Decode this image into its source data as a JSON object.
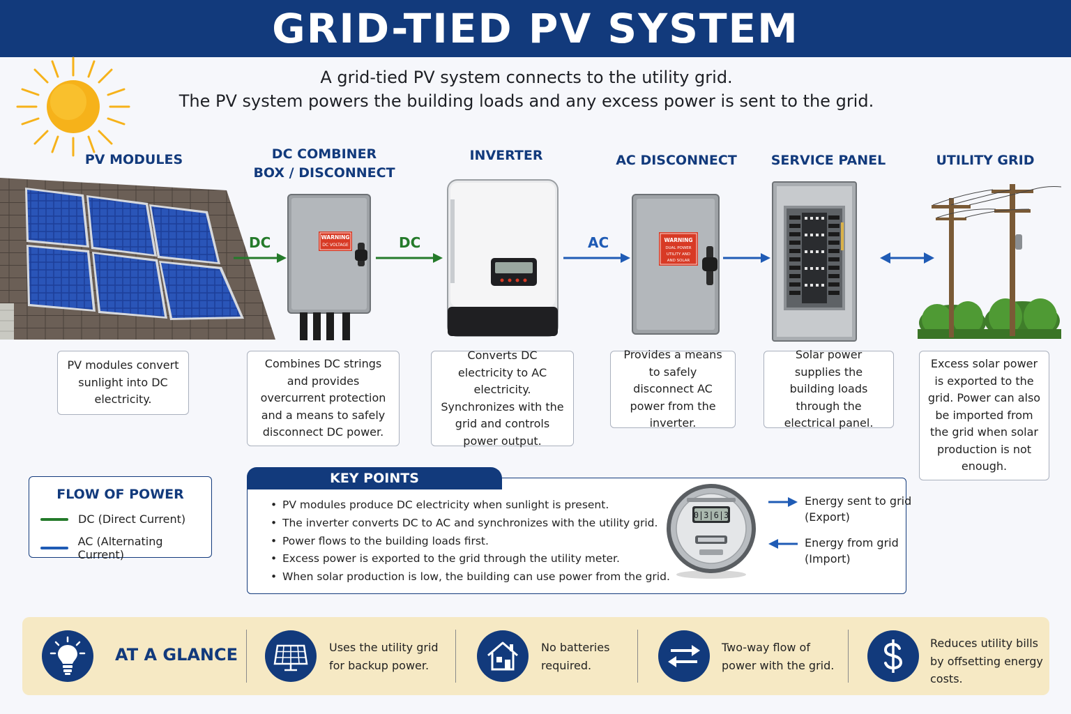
{
  "title": "GRID-TIED PV SYSTEM",
  "subtitle": {
    "line1": "A grid-tied PV system connects to the utility grid.",
    "line2": "The PV system powers the building loads and any excess power is sent to the grid."
  },
  "components": [
    {
      "label": "PV MODULES",
      "description": "PV modules convert sunlight into DC electricity."
    },
    {
      "label_line1": "DC COMBINER",
      "label_line2": "BOX / DISCONNECT",
      "description": "Combines DC strings and provides overcurrent protection and a means to safely disconnect DC power."
    },
    {
      "label": "INVERTER",
      "description": "Converts DC electricity to AC electricity. Synchronizes with the grid and controls power output."
    },
    {
      "label": "AC DISCONNECT",
      "description": "Provides a means to safely disconnect AC power from the inverter."
    },
    {
      "label": "SERVICE PANEL",
      "description": "Solar power supplies the building loads through the electrical panel."
    },
    {
      "label": "UTILITY GRID",
      "description": "Excess solar power is exported to the grid. Power can also be imported from the grid when solar production is not enough."
    }
  ],
  "flow_labels": {
    "dc1": "DC",
    "dc2": "DC",
    "ac": "AC"
  },
  "warning_labels": {
    "combiner_line1": "WARNING",
    "combiner_line2": "DC VOLTAGE",
    "ac_line1": "WARNING",
    "ac_line2": "DUAL POWER",
    "ac_line3": "UTILITY AND",
    "ac_line4": "AND SOLAR"
  },
  "meter_reading": "0|3|6|3",
  "legend": {
    "title": "FLOW OF POWER",
    "items": [
      {
        "label": "DC (Direct Current)"
      },
      {
        "label": "AC (Alternating Current)"
      }
    ]
  },
  "key_points": {
    "title": "KEY POINTS",
    "items": [
      "PV modules produce DC electricity when sunlight is present.",
      "The inverter converts DC to AC and synchronizes with the utility grid.",
      "Power flows to the building loads first.",
      "Excess power is exported to the grid through the utility meter.",
      "When solar production is low, the building can use power from the grid."
    ],
    "meter": {
      "export_line1": "Energy sent to grid",
      "export_line2": "(Export)",
      "import_line1": "Energy from grid",
      "import_line2": "(Import)"
    }
  },
  "at_a_glance": {
    "title": "AT A GLANCE",
    "items": [
      {
        "icon": "solar-panel-icon",
        "line1": "Uses the utility grid",
        "line2": "for backup power."
      },
      {
        "icon": "house-icon",
        "line1": "No batteries",
        "line2": "required."
      },
      {
        "icon": "two-way-arrows-icon",
        "line1": "Two-way flow of",
        "line2": "power with the grid."
      },
      {
        "icon": "dollar-icon",
        "line1": "Reduces utility bills",
        "line2": "by offsetting energy",
        "line3": "costs."
      }
    ]
  },
  "colors": {
    "primary": "#123a7c",
    "dc": "#247a2a",
    "ac": "#1f5bb5",
    "sun": "#f6b21a",
    "warning": "#d83a25",
    "glance_bg": "#f6e9c4"
  }
}
